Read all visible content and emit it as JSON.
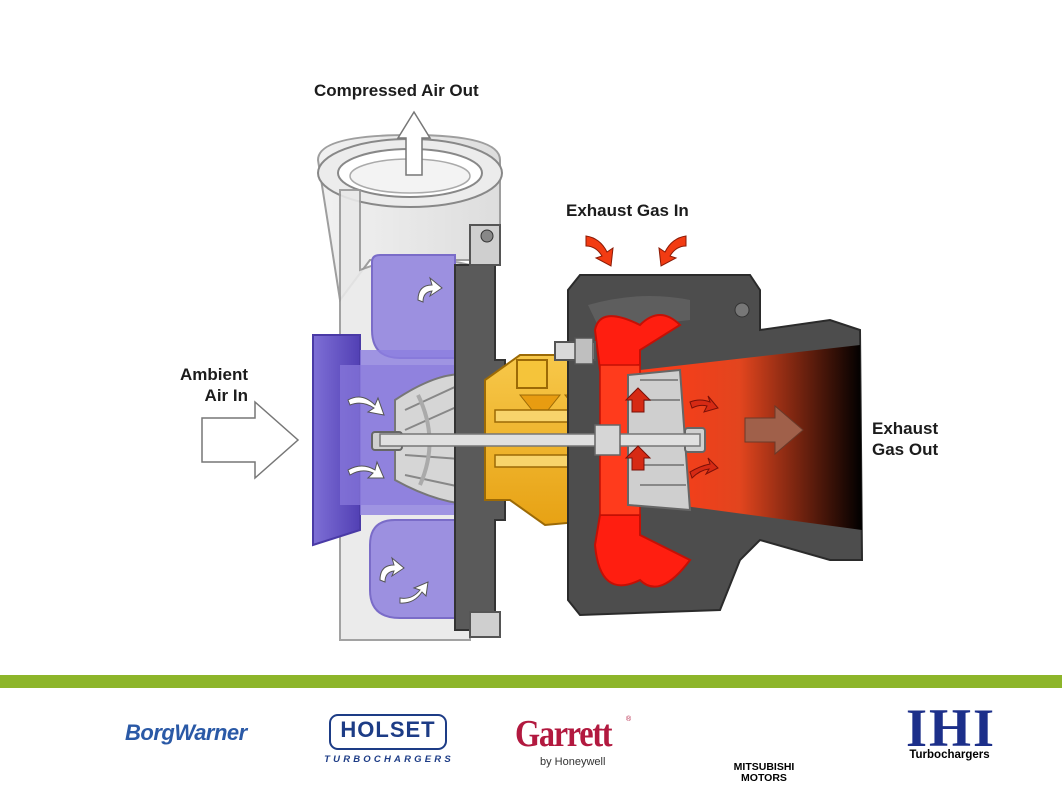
{
  "labels": {
    "compressed_air_out": "Compressed Air Out",
    "exhaust_gas_in": "Exhaust Gas In",
    "ambient_air_in_line1": "Ambient",
    "ambient_air_in_line2": "Air In",
    "exhaust_gas_out_line1": "Exhaust",
    "exhaust_gas_out_line2": "Gas Out"
  },
  "logos": {
    "borgwarner": "BorgWarner",
    "holset": "HOLSET",
    "holset_sub": "TURBOCHARGERS",
    "garrett": "Garrett",
    "garrett_reg": "®",
    "garrett_sub": "by Honeywell",
    "mitsubishi_line1": "MITSUBISHI",
    "mitsubishi_line2": "MOTORS",
    "ihi": "IHI",
    "ihi_sub": "Turbochargers"
  },
  "colors": {
    "compressor_air": "#7f6fd6",
    "exhaust_hot": "#ff2a12",
    "housing_dark": "#4b4b4b",
    "bearing_oil": "#f0b21c",
    "divider": "#8db52a"
  }
}
